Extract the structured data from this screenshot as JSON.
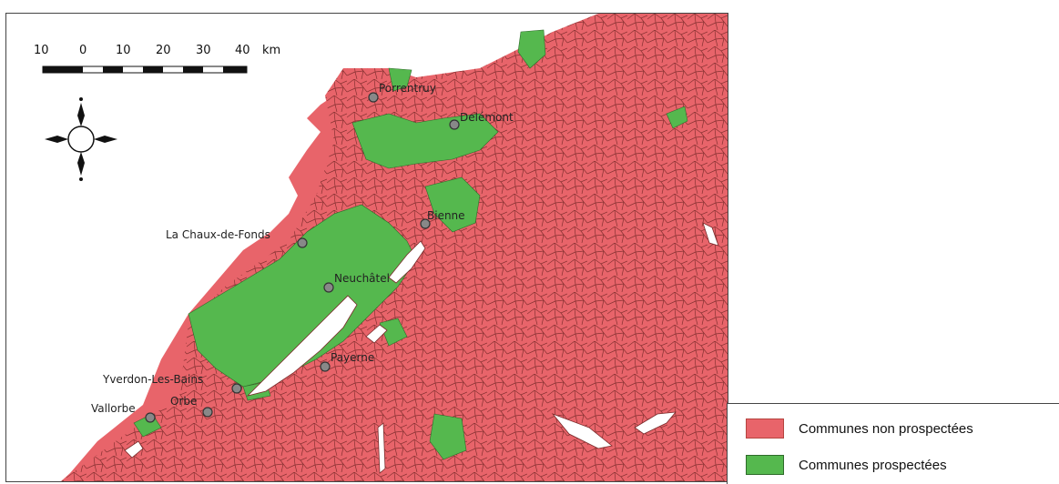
{
  "colors": {
    "not_prospected": "#e8646a",
    "prospected": "#55b84e",
    "border": "#7a2a2a",
    "lake": "#ffffff"
  },
  "scale": {
    "ticks": [
      "10",
      "0",
      "10",
      "20",
      "30",
      "40"
    ],
    "unit": "km"
  },
  "cities": [
    {
      "name": "Porrentruy"
    },
    {
      "name": "Delémont"
    },
    {
      "name": "Bienne"
    },
    {
      "name": "La Chaux-de-Fonds"
    },
    {
      "name": "Neuchâtel"
    },
    {
      "name": "Payerne"
    },
    {
      "name": "Yverdon-Les-Bains"
    },
    {
      "name": "Orbe"
    },
    {
      "name": "Vallorbe"
    }
  ],
  "legend": {
    "items": [
      {
        "label": "Communes non prospectées"
      },
      {
        "label": "Communes prospectées"
      }
    ]
  }
}
